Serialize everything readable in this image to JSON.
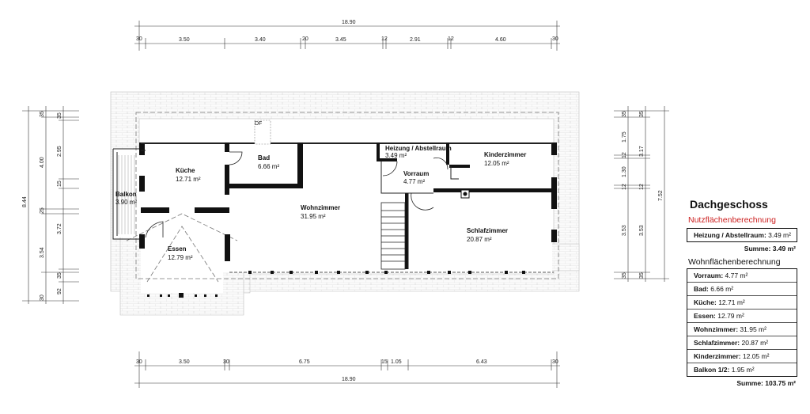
{
  "plan": {
    "dims_top": {
      "overall": "18.90",
      "segments": [
        "30",
        "3.50",
        "3.40",
        "20",
        "3.45",
        "12",
        "2.91",
        "12",
        "4.60",
        "30"
      ]
    },
    "dims_bottom": {
      "overall": "18.90",
      "segments": [
        "30",
        "3.50",
        "30",
        "6.75",
        "15",
        "1.05",
        "6.43",
        "30"
      ]
    },
    "dims_left": {
      "overall": "8.44",
      "outer": [
        "35",
        "4.00",
        "25",
        "3.54",
        "30"
      ],
      "inner": [
        "35",
        "2.95",
        "15",
        "3.72",
        "35",
        "92"
      ]
    },
    "dims_right": {
      "overall": "7.52",
      "outer": [
        "35",
        "3.17",
        "12",
        "3.53",
        "35"
      ],
      "inner": [
        "35",
        "1.75",
        "12",
        "1.30",
        "12",
        "3.53",
        "35"
      ]
    },
    "rooms": [
      {
        "name": "Küche",
        "area": "12.71 m²"
      },
      {
        "name": "Bad",
        "area": "6.66 m²"
      },
      {
        "name": "Heizung / Abstellraum",
        "area": "3.49 m²"
      },
      {
        "name": "Kinderzimmer",
        "area": "12.05 m²"
      },
      {
        "name": "Vorraum",
        "area": "4.77 m²"
      },
      {
        "name": "Balkon",
        "area": "3.90 m²"
      },
      {
        "name": "Wohnzimmer",
        "area": "31.95 m²"
      },
      {
        "name": "Schlafzimmer",
        "area": "20.87 m²"
      },
      {
        "name": "Essen",
        "area": "12.79 m²"
      }
    ],
    "skylight_label": "DF"
  },
  "legend": {
    "title": "Dachgeschoss",
    "nutz_heading": "Nutzflächenberechnung",
    "nutz_rows": [
      {
        "label": "Heizung / Abstellraum:",
        "value": "3.49 m²"
      }
    ],
    "nutz_sum": "Summe: 3.49 m²",
    "wohn_heading": "Wohnflächenberechnung",
    "wohn_rows": [
      {
        "label": "Vorraum:",
        "value": "4.77 m²"
      },
      {
        "label": "Bad:",
        "value": "6.66 m²"
      },
      {
        "label": "Küche:",
        "value": "12.71 m²"
      },
      {
        "label": "Essen:",
        "value": "12.79 m²"
      },
      {
        "label": "Wohnzimmer:",
        "value": "31.95 m²"
      },
      {
        "label": "Schlafzimmer:",
        "value": "20.87 m²"
      },
      {
        "label": "Kinderzimmer:",
        "value": "12.05 m²"
      },
      {
        "label": "Balkon  1/2:",
        "value": "1.95 m²"
      }
    ],
    "wohn_sum": "Summe: 103.75 m²"
  }
}
